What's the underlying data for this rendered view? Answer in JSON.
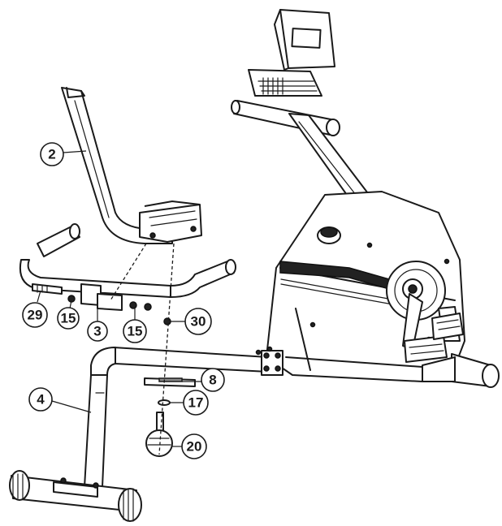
{
  "callouts": [
    {
      "id": "c2",
      "label": "2"
    },
    {
      "id": "c29",
      "label": "29"
    },
    {
      "id": "c15a",
      "label": "15"
    },
    {
      "id": "c3",
      "label": "3"
    },
    {
      "id": "c15b",
      "label": "15"
    },
    {
      "id": "c30",
      "label": "30"
    },
    {
      "id": "c8",
      "label": "8"
    },
    {
      "id": "c17",
      "label": "17"
    },
    {
      "id": "c4",
      "label": "4"
    },
    {
      "id": "c20",
      "label": "20"
    }
  ]
}
